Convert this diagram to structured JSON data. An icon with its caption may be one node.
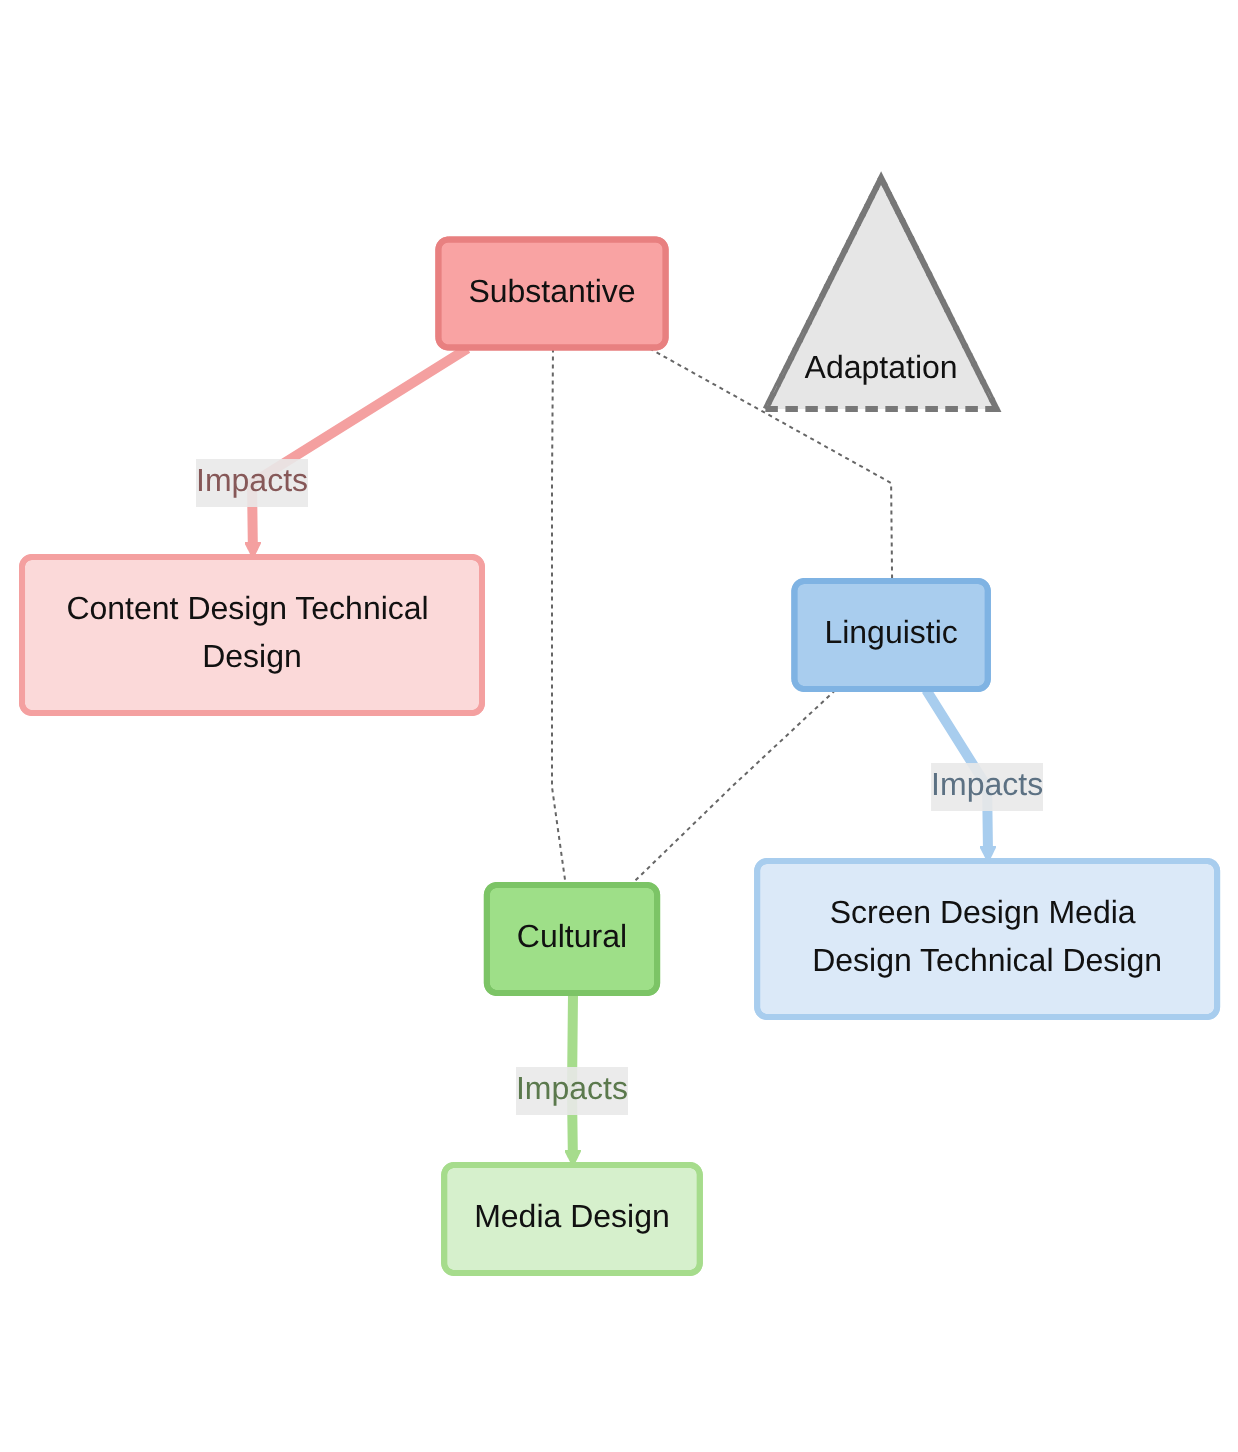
{
  "diagram": {
    "nodes": [
      {
        "text": [
          "Content Design Technical Design"
        ]
      },
      {
        "text": [
          "Substantive"
        ]
      },
      {
        "text": [
          "Adaptation"
        ]
      },
      {
        "text": [
          "Linguistic"
        ]
      },
      {
        "text": [
          "Cultural"
        ]
      },
      {
        "text": [
          "Screen Design Media Design Technical Design"
        ]
      },
      {
        "text": [
          "Media Design"
        ]
      }
    ],
    "edges": [
      {
        "from": 1,
        "to": 0,
        "arrow": "to",
        "label": "Impacts",
        "style": "thick",
        "color": "#f4a0a0"
      },
      {
        "from": 1,
        "to": 3,
        "arrow": "none",
        "style": "dashed",
        "color": "#666666"
      },
      {
        "from": 1,
        "to": 4,
        "arrow": "none",
        "style": "dashed",
        "color": "#666666"
      },
      {
        "from": 3,
        "to": 4,
        "arrow": "none",
        "style": "dashed",
        "color": "#666666"
      },
      {
        "from": 3,
        "to": 5,
        "arrow": "to",
        "label": "Impacts",
        "style": "thick",
        "color": "#a8cdee"
      },
      {
        "from": 4,
        "to": 6,
        "arrow": "to",
        "label": "Impacts",
        "style": "thick",
        "color": "#a6dc8c"
      }
    ]
  }
}
